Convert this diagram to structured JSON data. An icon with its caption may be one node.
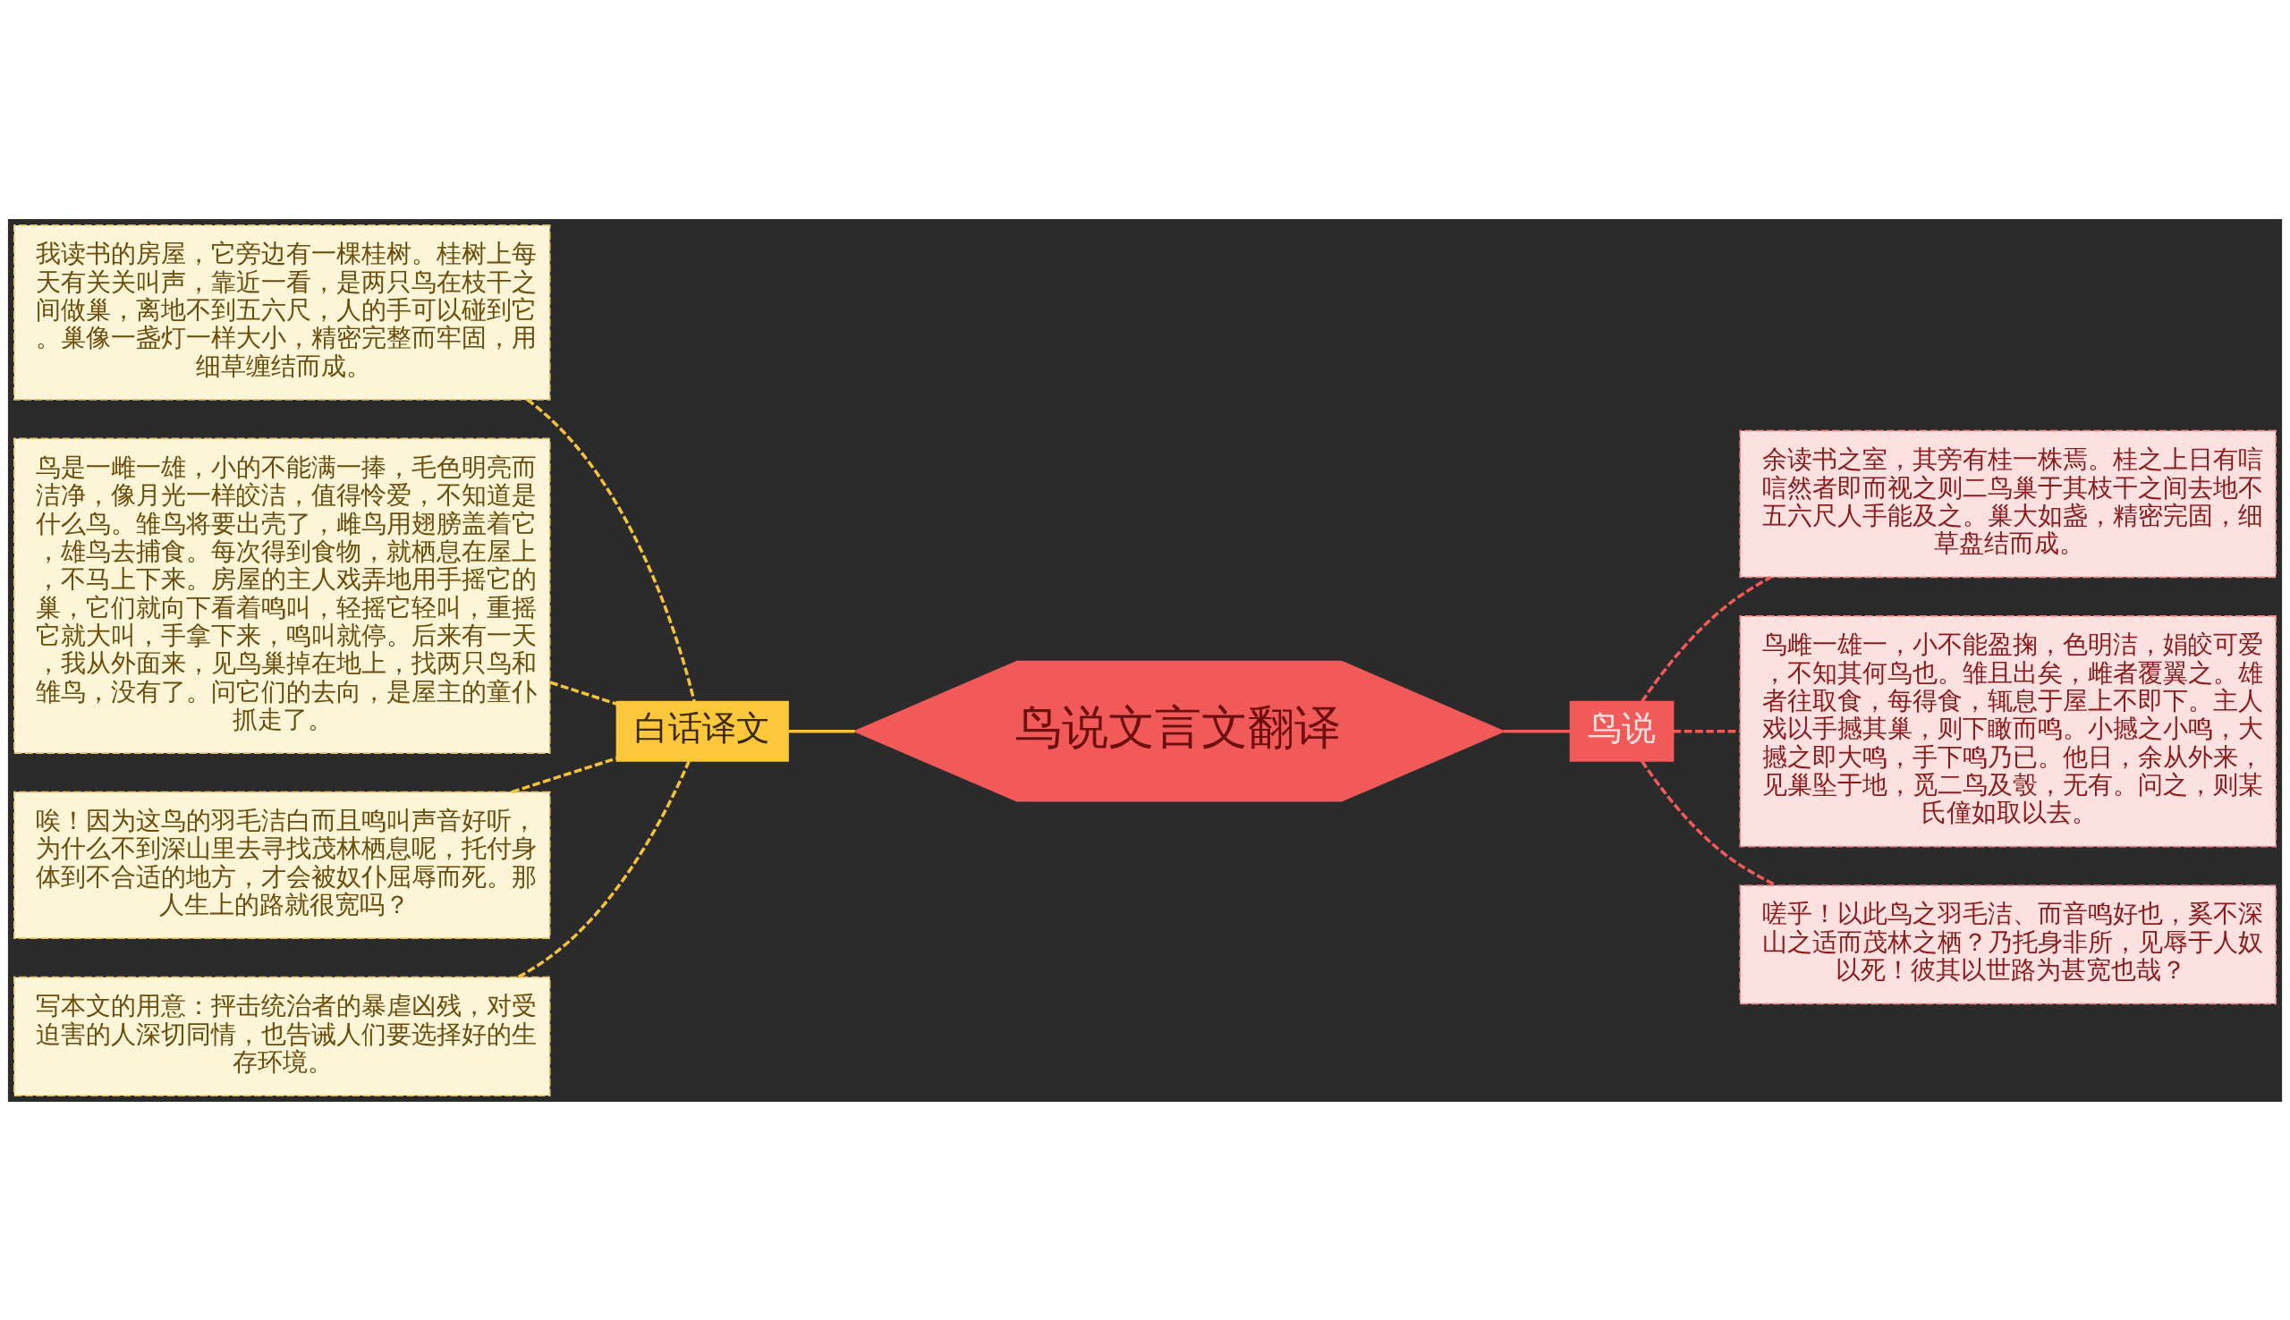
{
  "diagram": {
    "nodes": [
      {
        "text": [
          "鸟说文言文翻译"
        ]
      },
      {
        "text": [
          "白话译文"
        ]
      },
      {
        "text": [
          "我读书的房屋，它旁边有一棵桂树。桂树上每天有关关叫声，靠近一看，是两只鸟在枝干之间做巢，离地不到五六尺，人的手可以碰到它。巢像一盏灯一样大小，精密完整而牢固，用细草缠结而成。"
        ]
      },
      {
        "text": [
          "鸟是一雌一雄，小的不能满一捧，毛色明亮而洁净，像月光一样皎洁，值得怜爱，不知道是什么鸟。雏鸟将要出壳了，雌鸟用翅膀盖着它，雄鸟去捕食。每次得到食物，就栖息在屋上，不马上下来。房屋的主人戏弄地用手摇它的巢，它们就向下看着鸣叫，轻摇它轻叫，重摇它就大叫，手拿下来，鸣叫就停。后来有一天，我从外面来，见鸟巢掉在地上，找两只鸟和雏鸟，没有了。问它们的去向，是屋主的童仆抓走了。"
        ]
      },
      {
        "text": [
          "唉！因为这鸟的羽毛洁白而且鸣叫声音好听，为什么不到深山里去寻找茂林栖息呢，托付身体到不合适的地方，才会被奴仆屈辱而死。那人生上的路就很宽吗？"
        ]
      },
      {
        "text": [
          "写本文的用意：抨击统治者的暴虐凶残，对受迫害的人深切同情，也告诫人们要选择好的生存环境。"
        ]
      },
      {
        "text": [
          "鸟说"
        ]
      },
      {
        "text": [
          "余读书之室，其旁有桂一株焉。桂之上日有唁唁然者即而视之则二鸟巢于其枝干之间去地不五六尺人手能及之。巢大如盏，精密完固，细草盘结而成。"
        ]
      },
      {
        "text": [
          "鸟雌一雄一，小不能盈掬，色明洁，娟皎可爱，不知其何鸟也。雏且出矣，雌者覆翼之。雄者往取食，每得食，辄息于屋上不即下。主人戏以手撼其巢，则下瞰而鸣。小撼之小鸣，大撼之即大鸣，手下鸣乃已。他日，余从外来，见巢坠于地，觅二鸟及彀，无有。问之，则某氏僮如取以去。"
        ]
      },
      {
        "text": [
          "嗟乎！以此鸟之羽毛洁、而音鸣好也，奚不深山之适而茂林之栖？乃托身非所，见辱于人奴以死！彼其以世路为甚宽也哉？"
        ]
      }
    ],
    "edges": [
      {
        "from": 0,
        "to": 1,
        "arrow": "none",
        "color": "#f5c23a"
      },
      {
        "from": 1,
        "to": 2,
        "arrow": "none",
        "style": "dashed",
        "color": "#f5c23a"
      },
      {
        "from": 1,
        "to": 3,
        "arrow": "none",
        "style": "dashed",
        "color": "#f5c23a"
      },
      {
        "from": 1,
        "to": 4,
        "arrow": "none",
        "style": "dashed",
        "color": "#f5c23a"
      },
      {
        "from": 1,
        "to": 5,
        "arrow": "none",
        "style": "dashed",
        "color": "#f5c23a"
      },
      {
        "from": 0,
        "to": 6,
        "arrow": "none",
        "color": "#f25a5a"
      },
      {
        "from": 6,
        "to": 7,
        "arrow": "none",
        "style": "dashed",
        "color": "#f25a5a"
      },
      {
        "from": 6,
        "to": 8,
        "arrow": "none",
        "style": "dashed",
        "color": "#f25a5a"
      },
      {
        "from": 6,
        "to": 9,
        "arrow": "none",
        "style": "dashed",
        "color": "#f25a5a"
      }
    ]
  }
}
